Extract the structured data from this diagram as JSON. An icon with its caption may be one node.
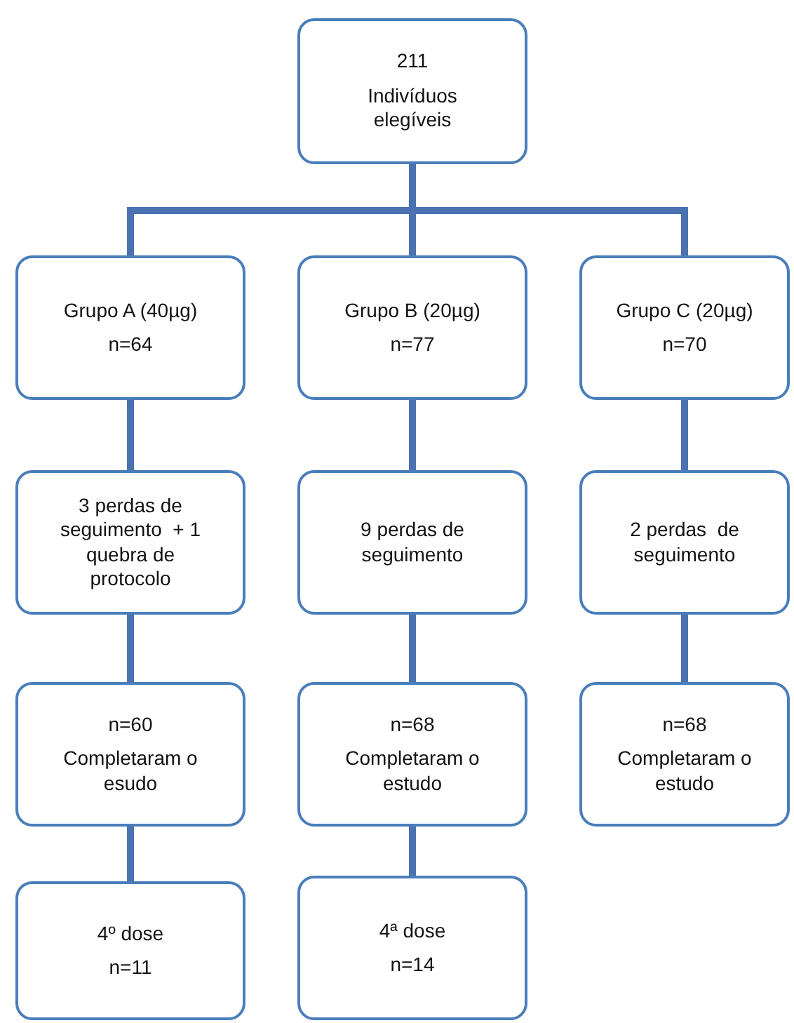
{
  "diagram": {
    "nodes": [
      {
        "text": [
          "211",
          "Indivíduos elegíveis"
        ]
      },
      {
        "text": [
          "Grupo A (40µg)",
          "n=64"
        ]
      },
      {
        "text": [
          "Grupo B (20µg)",
          "n=77"
        ]
      },
      {
        "text": [
          "Grupo C (20µg)",
          "n=70"
        ]
      },
      {
        "text": [
          "3 perdas de seguimento  + 1 quebra de protocolo"
        ]
      },
      {
        "text": [
          "9 perdas de seguimento"
        ]
      },
      {
        "text": [
          "2 perdas  de seguimento"
        ]
      },
      {
        "text": [
          "n=60",
          "Completaram o esudo"
        ]
      },
      {
        "text": [
          "n=68",
          "Completaram o estudo"
        ]
      },
      {
        "text": [
          "n=68",
          "Completaram o estudo"
        ]
      },
      {
        "text": [
          "4º dose",
          "n=11"
        ]
      },
      {
        "text": [
          "4ª dose",
          "n=14"
        ]
      }
    ],
    "edges": [
      {
        "from": 0,
        "to": 1,
        "arrow": "none"
      },
      {
        "from": 0,
        "to": 2,
        "arrow": "none"
      },
      {
        "from": 0,
        "to": 3,
        "arrow": "none"
      },
      {
        "from": 1,
        "to": 4,
        "arrow": "none"
      },
      {
        "from": 2,
        "to": 5,
        "arrow": "none"
      },
      {
        "from": 3,
        "to": 6,
        "arrow": "none"
      },
      {
        "from": 4,
        "to": 7,
        "arrow": "none"
      },
      {
        "from": 5,
        "to": 8,
        "arrow": "none"
      },
      {
        "from": 6,
        "to": 9,
        "arrow": "none"
      },
      {
        "from": 7,
        "to": 10,
        "arrow": "none"
      },
      {
        "from": 8,
        "to": 11,
        "arrow": "none"
      }
    ]
  }
}
